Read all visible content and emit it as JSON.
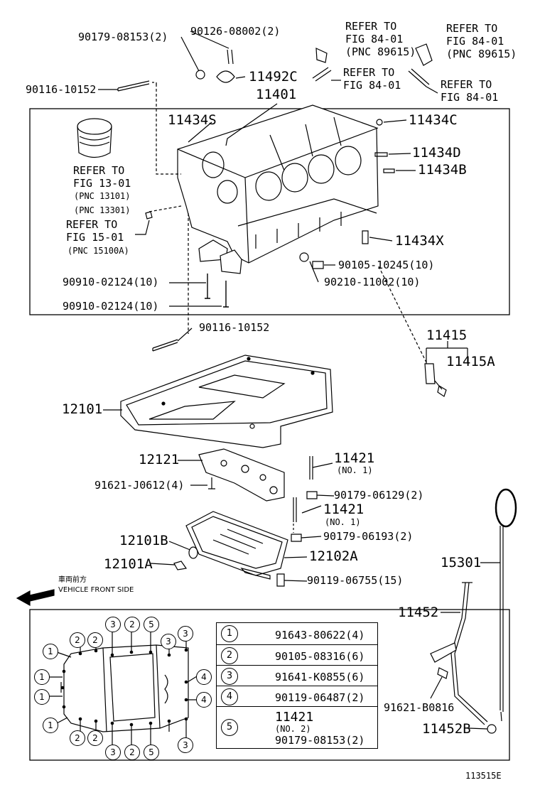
{
  "labels": {
    "p90179_08153": "90179-08153(2)",
    "p90126_08002": "90126-08002(2)",
    "refer_84_a_1": "REFER TO",
    "refer_84_a_2": "FIG 84-01",
    "refer_84_a_3": "(PNC 89615)",
    "refer_84_b_1": "REFER TO",
    "refer_84_b_2": "FIG 84-01",
    "refer_84_b_3": "(PNC 89615)",
    "p11492C": "11492C",
    "refer_84_c_1": "REFER TO",
    "refer_84_c_2": "FIG 84-01",
    "refer_84_d_1": "REFER TO",
    "refer_84_d_2": "FIG 84-01",
    "p90116_10152_top": "90116-10152",
    "p11401": "11401",
    "p11434S": "11434S",
    "p11434C": "11434C",
    "p11434D": "11434D",
    "p11434B": "11434B",
    "refer_13_1": "REFER TO",
    "refer_13_2": "FIG 13-01",
    "refer_13_3": "(PNC 13101)",
    "refer_13_4": "(PNC 13301)",
    "refer_15_1": "REFER TO",
    "refer_15_2": "FIG 15-01",
    "refer_15_3": "(PNC 15100A)",
    "p11434X": "11434X",
    "p90105_10245": "90105-10245(10)",
    "p90210_11002": "90210-11002(10)",
    "p90910_a": "90910-02124(10)",
    "p90910_b": "90910-02124(10)",
    "p90116_10152_bot": "90116-10152",
    "p11415": "11415",
    "p11415A": "11415A",
    "p12101": "12101",
    "p12121": "12121",
    "p11421_a": "11421",
    "p11421_a_no": "(NO. 1)",
    "p91621_J0612": "91621-J0612(4)",
    "p90179_06129": "90179-06129(2)",
    "p11421_b": "11421",
    "p11421_b_no": "(NO. 1)",
    "p90179_06193": "90179-06193(2)",
    "p12101B": "12101B",
    "p12102A": "12102A",
    "p12101A": "12101A",
    "p90119_06755": "90119-06755(15)",
    "p15301": "15301",
    "front_jp": "車両前方",
    "front_en": "VEHICLE FRONT SIDE",
    "p11452": "11452",
    "p91621_B0816": "91621-B0816",
    "p11452B": "11452B",
    "fig_no": "113515E"
  },
  "legend": [
    {
      "num": "1",
      "part": "91643-80622(4)"
    },
    {
      "num": "2",
      "part": "90105-08316(6)"
    },
    {
      "num": "3",
      "part": "91641-K0855(6)"
    },
    {
      "num": "4",
      "part": "90119-06487(2)"
    },
    {
      "num": "5",
      "part": "11421",
      "part_no": "(NO. 2)",
      "part2": "90179-08153(2)"
    }
  ],
  "callouts": {
    "top": [
      "3",
      "2",
      "5",
      "3",
      "2",
      "2",
      "3"
    ],
    "left": [
      "1",
      "1",
      "1",
      "1"
    ],
    "right": [
      "4",
      "4"
    ],
    "bottom": [
      "2",
      "2",
      "3",
      "2",
      "5",
      "3"
    ]
  }
}
